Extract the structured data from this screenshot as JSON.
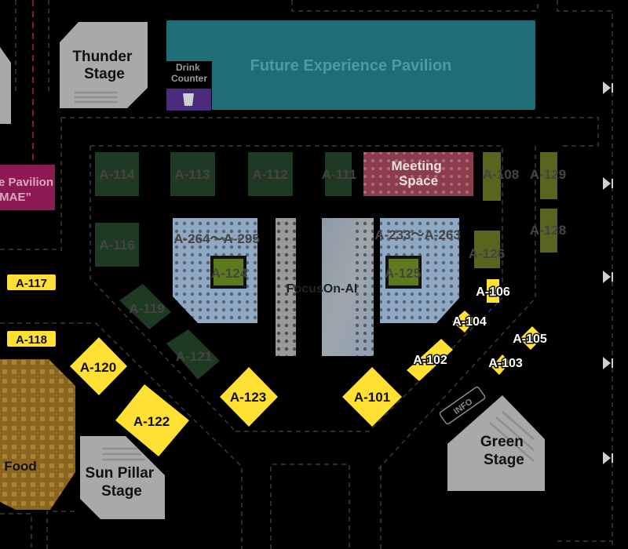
{
  "colors": {
    "background": "#000000",
    "path_dash": "#3a3a3a",
    "booth_dark_green": "#1e3a23",
    "booth_olive": "#59641e",
    "booth_yellow": "#ffe033",
    "stage_gray": "#a9a9a9",
    "pavilion_teal": "#1f6d76",
    "meeting_pink": "#8a3e4d",
    "magenta_pavilion": "#8d1a55",
    "drink_purple": "#4a2a7a",
    "food_orange": "#8a6520",
    "light_blue_area": "#8fa8c4",
    "inner_green": "#5e7a1f"
  },
  "venues": {
    "thunder_stage": "Thunder\nStage",
    "future_pavilion": "Future Experience Pavilion",
    "drink_counter": "Drink\nCounter",
    "left_pavilion_line1": "e Pavilion",
    "left_pavilion_line2": "MAE”",
    "meeting_space": "Meeting\nSpace",
    "focus_on_ai": "FocusOn-AI",
    "food": "Food",
    "sun_pillar_stage": "Sun Pillar\nStage",
    "green_stage": "Green\nStage",
    "info": "INFO"
  },
  "booths": {
    "a114": "A-114",
    "a113": "A-113",
    "a112": "A-112",
    "a111": "A-111",
    "a108": "A-108",
    "a129": "A-129",
    "a128": "A-128",
    "a116": "A-116",
    "a126": "A-126",
    "a119": "A-119",
    "a121": "A-121",
    "a117": "A-117",
    "a118": "A-118",
    "a120": "A-120",
    "a122": "A-122",
    "a123": "A-123",
    "a101": "A-101",
    "a102": "A-102",
    "a103": "A-103",
    "a104": "A-104",
    "a105": "A-105",
    "a106": "A-106",
    "a124": "A-124",
    "a125": "A-125",
    "a264_295": "A-264～A-295",
    "a233_263": "A-233～A-263"
  },
  "icons": {
    "arrow": "arrow-right-icon",
    "drink": "drink-cup-icon"
  }
}
